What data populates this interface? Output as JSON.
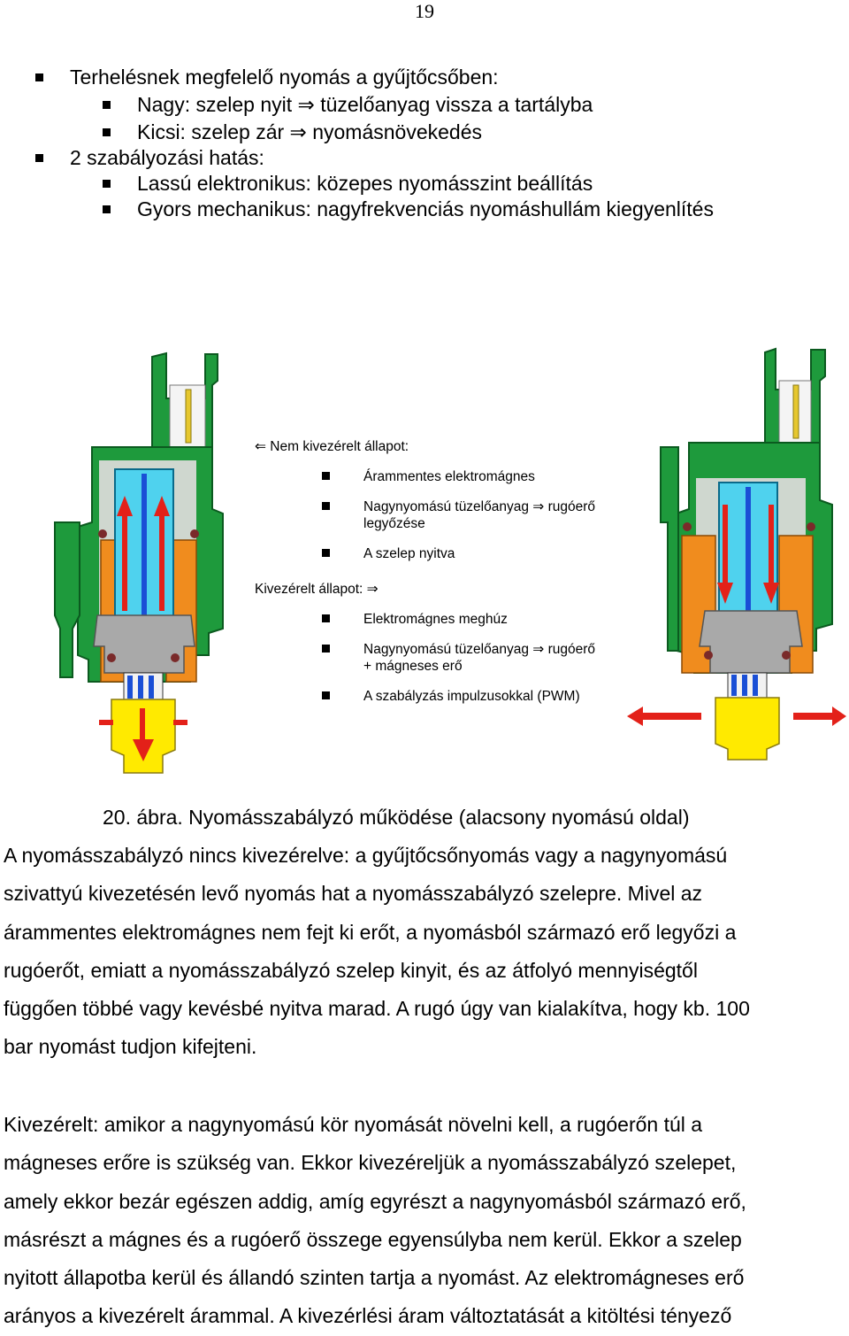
{
  "page_number": "19",
  "bullets": [
    {
      "level": 1,
      "text": "Terhelésnek megfelelő nyomás a gyűjtőcsőben:"
    },
    {
      "level": 2,
      "text": "Nagy: szelep nyit ⇒ tüzelőanyag vissza a tartályba"
    },
    {
      "level": 2,
      "text": "Kicsi: szelep zár ⇒ nyomásnövekedés"
    },
    {
      "level": 1,
      "text": "2 szabályozási hatás:"
    },
    {
      "level": 2,
      "text": "Lassú elektronikus: közepes nyomásszint beállítás"
    },
    {
      "level": 2,
      "text": "Gyors mechanikus: nagyfrekvenciás nyomáshullám kiegyenlítés"
    }
  ],
  "figure": {
    "legend": {
      "state1_title": "⇐ Nem kivezérelt állapot:",
      "state1_items": [
        "Árammentes elektromágnes",
        "Nagynyomású tüzelőanyag ⇒ rugóerő",
        "legyőzése",
        "A szelep nyitva"
      ],
      "state2_title": "Kivezérelt állapot:  ⇒",
      "state2_items": [
        "Elektromágnes meghúz",
        "Nagynyomású tüzelőanyag ⇒ rugóerő",
        "+ mágneses erő",
        "A szabályzás impulzusokkal (PWM)"
      ]
    },
    "colors": {
      "housing_green": "#1e9a3c",
      "housing_dark": "#0b5a1f",
      "coil_orange": "#f08c1e",
      "armature_cyan": "#4fd2ee",
      "body_gray": "#a9a9a9",
      "fuel_yellow": "#ffea00",
      "arrow_red": "#e32119"
    },
    "caption": "20. ábra. Nyomásszabályzó működése (alacsony nyomású oldal)"
  },
  "paragraphs": [
    [
      "A nyomásszabályzó nincs kivezérelve: a gyűjtőcsőnyomás vagy a nagynyomású",
      "szivattyú kivezetésén levő nyomás hat a nyomásszabályzó szelepre. Mivel az",
      "árammentes elektromágnes nem fejt ki erőt, a nyomásból származó erő legyőzi a",
      "rugóerőt, emiatt a nyomásszabályzó szelep kinyit, és az átfolyó mennyiségtől",
      "függően többé vagy kevésbé nyitva marad. A rugó úgy van kialakítva, hogy kb. 100",
      "bar nyomást tudjon kifejteni."
    ],
    [
      "Kivezérelt: amikor a nagynyomású kör nyomását növelni kell, a rugóerőn túl a",
      "mágneses erőre is szükség van. Ekkor kivezéreljük a nyomásszabályzó szelepet,",
      "amely ekkor bezár egészen addig, amíg egyrészt a nagynyomásból származó erő,",
      "másrészt a mágnes és a rugóerő összege egyensúlyba nem kerül. Ekkor a szelep",
      "nyitott állapotba kerül és állandó szinten tartja a nyomást. Az elektromágneses erő",
      "arányos a kivezérelt árammal. A kivezérlési áram változtatását a kitöltési tényező"
    ]
  ]
}
